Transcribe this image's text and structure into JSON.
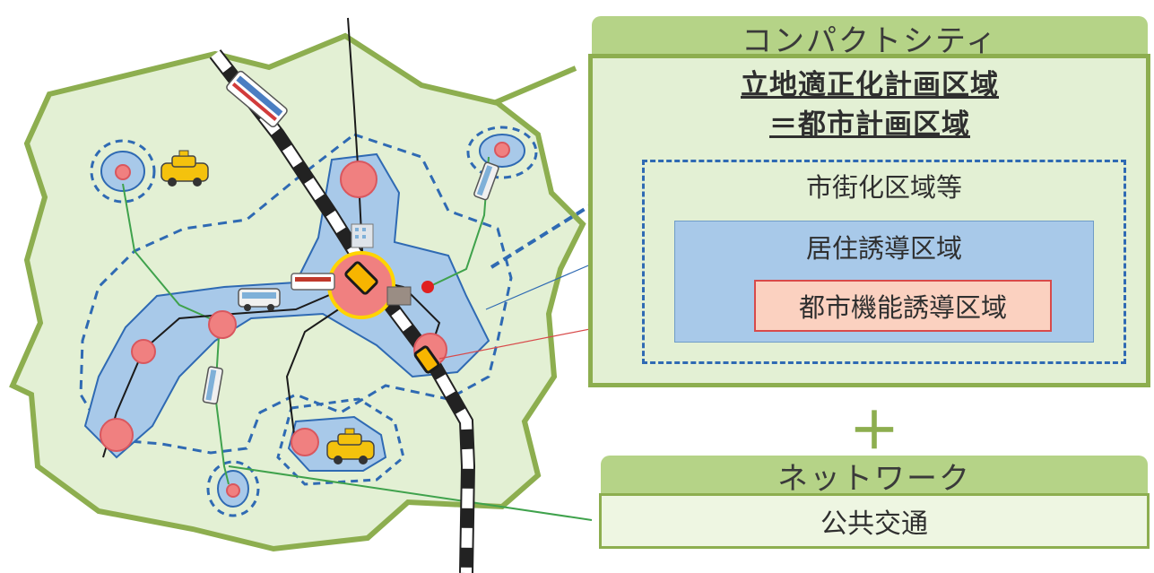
{
  "compact_city": {
    "title": "コンパクトシティ",
    "planning_area_line1": "立地適正化計画区域",
    "planning_area_line2": "＝都市計画区域",
    "urbanization_area": "市街化区域等",
    "residence_area": "居住誘導区域",
    "urban_function_area": "都市機能誘導区域"
  },
  "plus_symbol": "＋",
  "network": {
    "title": "ネットワーク",
    "public_transport": "公共交通"
  },
  "colors": {
    "city_green": "#8dae4f",
    "panel_fill": "#e3f0d4",
    "header_fill": "#b5d387",
    "residence_blue": "#a8c9e9",
    "dash_blue": "#2f6ab3",
    "core_red": "#f08080",
    "function_fill": "#fbd1c0"
  }
}
